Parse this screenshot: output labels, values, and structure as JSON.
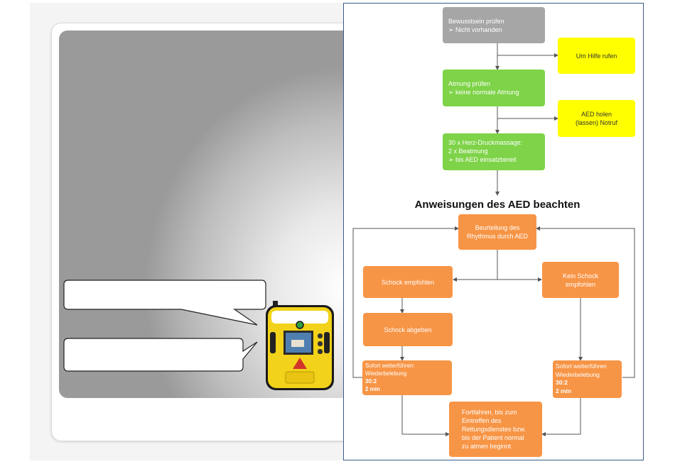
{
  "flowchart": {
    "heading": "Anweisungen des AED beachten",
    "consciousness": {
      "title": "Bewusstsein prüfen",
      "bullet": "Nicht vorhanden"
    },
    "call_help": "Um Hilfe rufen",
    "breathing": {
      "title": "Atmung prüfen",
      "bullet": "keine normale Atmung"
    },
    "get_aed": {
      "line1": "AED holen",
      "line2": "(lassen) Notruf"
    },
    "cpr": {
      "line1": "30 x Herz-Druckmassage:",
      "line2": "2 x Beatmung",
      "bullet": "bis AED einsatzbereit"
    },
    "rhythm": "Beurteilung des Rhythmus durch AED",
    "shock_advised": "Schock empfohlen",
    "no_shock": "Kein Schock empfohlen",
    "deliver_shock": "Schock abgeben",
    "resume_left": {
      "line1": "Sofort weiterführen:",
      "line2": "Wiederbelebung",
      "ratio": "30:2",
      "time": "2 min"
    },
    "resume_right": {
      "line1": "Sofort weiterführen",
      "line2": "Wiederbelebung",
      "ratio": "30:2",
      "time": "2 min"
    },
    "continue": "Fortfahren, bis zum Eintreffen des Rettungsdienstes bzw. bis der Patient normal zu atmen beginnt."
  },
  "colors": {
    "grey": "#a6a6a6",
    "green": "#7ed348",
    "yellow": "#ffff00",
    "orange": "#f79546",
    "panel_border": "#3b5a86",
    "device_yellow": "#f2d21a"
  },
  "icons": [
    "bullet-arrow-icon",
    "aed-device",
    "speech-bubble"
  ]
}
